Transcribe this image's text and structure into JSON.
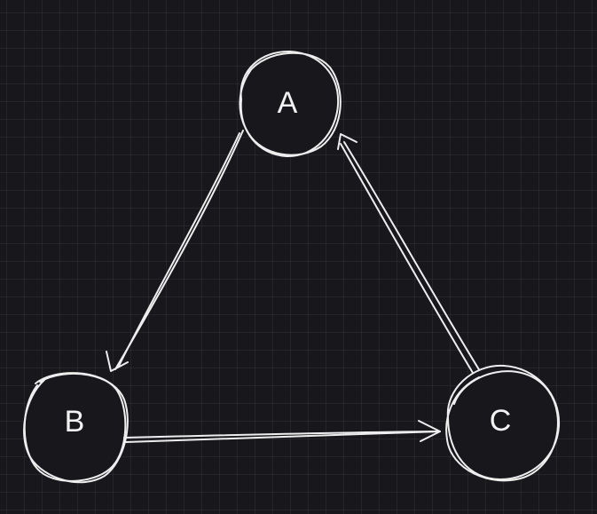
{
  "diagram": {
    "type": "directed-graph",
    "style": "hand-drawn",
    "colors": {
      "background": "#18171c",
      "grid": "#2a2930",
      "stroke": "#eeeeee",
      "label": "#f2f2f2"
    },
    "nodes": [
      {
        "id": "A",
        "label": "A"
      },
      {
        "id": "B",
        "label": "B"
      },
      {
        "id": "C",
        "label": "C"
      }
    ],
    "edges": [
      {
        "from": "A",
        "to": "B"
      },
      {
        "from": "B",
        "to": "C"
      },
      {
        "from": "C",
        "to": "A"
      }
    ]
  }
}
